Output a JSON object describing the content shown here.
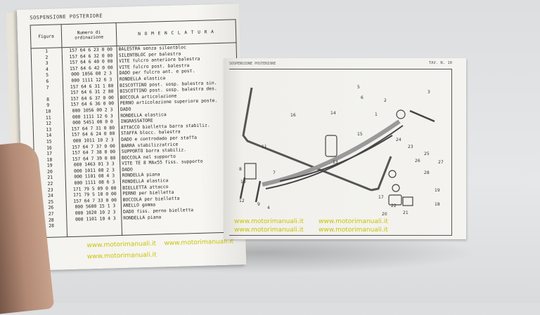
{
  "left_page": {
    "title": "SOSPENSIONE POSTERIORE",
    "headers": {
      "figura": "Figura",
      "numero": "Numero di ordinazione",
      "nomenclatura": "N O M E N C L A T U R A"
    },
    "figures": [
      "1",
      "2",
      "3",
      "4",
      "5",
      "6",
      "7",
      "",
      "8",
      "9",
      "10",
      "11",
      "12",
      "13",
      "14",
      "15",
      "16",
      "17",
      "18",
      "19",
      "20",
      "21",
      "22",
      "23",
      "24",
      "25",
      "26",
      "27",
      "28"
    ],
    "rows": [
      {
        "num": "157 64 6 23 0 00",
        "name": "BALESTRA senza silentbloc"
      },
      {
        "num": "157 64 6 32 0 00",
        "name": "SILENTBLOC per balestra"
      },
      {
        "num": "157 64 6 40 0 00",
        "name": "VITE fulcro anteriore balestra"
      },
      {
        "num": "157 64 6 42 0 00",
        "name": "VITE fulcro post. balestra"
      },
      {
        "num": "000 1056 00 2 3",
        "name": "DADO per fulcro ant. e post."
      },
      {
        "num": "000 1111 12 6 3",
        "name": "RONDELLA elastica"
      },
      {
        "num": "157 64 6 31 1 80",
        "name": "BISCOTTINO post. sosp. balestra sin."
      },
      {
        "num": "157 64 6 31 2 80",
        "name": "BISCOTTINO post. sosp. balestra des."
      },
      {
        "num": "157 64 6 37 0 00",
        "name": "BOCCOLA articolazione"
      },
      {
        "num": "157 64 6 36 0 00",
        "name": "PERNO articolazione superiore poste."
      },
      {
        "num": "000 1056 00 2 3",
        "name": "DADO"
      },
      {
        "num": "000 1111 12 6 3",
        "name": "RONDELLA elastica"
      },
      {
        "num": "000 5451 00 0 0",
        "name": "INGRASSATORE"
      },
      {
        "num": "157 64 7 31 0 80",
        "name": "ATTACCO bielletta barra stabiliz."
      },
      {
        "num": "157 64 6 24 0 00",
        "name": "STAFFA blocc. balestra"
      },
      {
        "num": "000 1011 10 2 3",
        "name": "DADO e controdado per staffa"
      },
      {
        "num": "157 64 7 37 0 00",
        "name": "BARRA stabilizzatrice"
      },
      {
        "num": "157 64 7 38 0 00",
        "name": "SUPPORTO barra stabiliz."
      },
      {
        "num": "157 64 7 39 0 00",
        "name": "BOCCOLA nel supporto"
      },
      {
        "num": "000 1463 01 3 3",
        "name": "VITE TE 8 MAx55 fiss. supporto"
      },
      {
        "num": "000 1011 08 2 3",
        "name": "DADO"
      },
      {
        "num": "000 1101 08 4 3",
        "name": "RONDELLA piana"
      },
      {
        "num": "000 1111 08 6 3",
        "name": "RONDELLA elastica"
      },
      {
        "num": "171 79 5 09 0 00",
        "name": "BIELLETTA attacco"
      },
      {
        "num": "171 79 5 10 0 00",
        "name": "PERNO per bielletta"
      },
      {
        "num": "157 64 7 33 0 00",
        "name": "BOCCOLA per bielletta"
      },
      {
        "num": "000 5600 15 1 3",
        "name": "ANELLO gomma"
      },
      {
        "num": "000 1020 10 2 3",
        "name": "DADO fiss. perno bielletta"
      },
      {
        "num": "000 1101 10 4 3",
        "name": "RONDELLA piana"
      }
    ]
  },
  "right_page": {
    "title": "SOSPENSIONE POSTERIORE",
    "plate": "TAV. N. 10",
    "callouts": [
      "1",
      "2",
      "3",
      "4",
      "5",
      "6",
      "7",
      "8",
      "9",
      "10",
      "11",
      "12",
      "13",
      "14",
      "15",
      "16",
      "17",
      "18",
      "19",
      "20",
      "21",
      "22",
      "23",
      "24",
      "25",
      "26",
      "27",
      "28"
    ]
  },
  "watermark": "www.motorimanuali.it",
  "colors": {
    "paper": "#f4f3ef",
    "background": "#dfe0e1",
    "watermark": "#e6e23a"
  }
}
